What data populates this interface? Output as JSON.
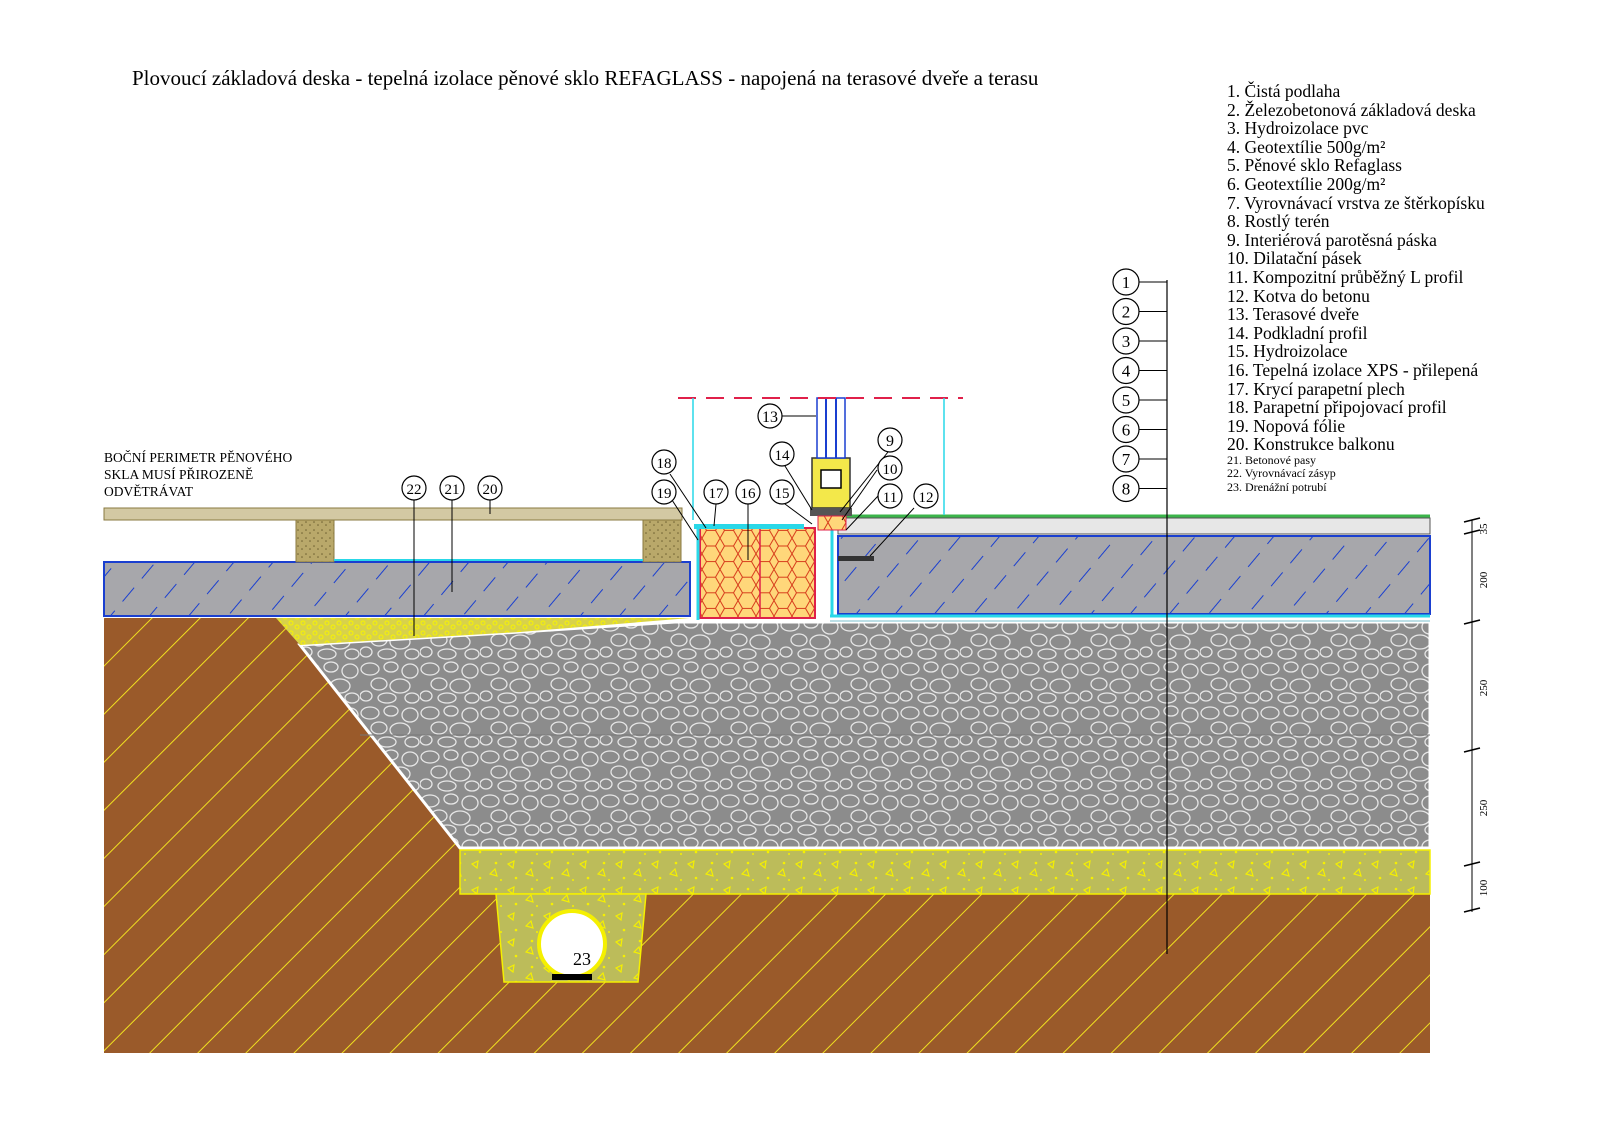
{
  "title": "Plovoucí základová deska - tepelná izolace pěnové sklo REFAGLASS - napojená na terasové dveře a terasu",
  "side_note": [
    "BOČNÍ PERIMETR PĚNOVÉHO",
    "SKLA MUSÍ PŘIROZENĚ",
    "ODVĚTRÁVAT"
  ],
  "legend": {
    "items": [
      "1. Čistá podlaha",
      "2. Železobetonová základová deska",
      "3. Hydroizolace pvc",
      "4. Geotextílie 500g/m²",
      "5. Pěnové sklo Refaglass",
      "6. Geotextílie 200g/m²",
      "7. Vyrovnávací vrstva ze štěrkopísku",
      "8. Rostlý terén",
      "9. Interiérová parotěsná páska",
      "10. Dilatační pásek",
      "11. Kompozitní průběžný L profil",
      "12. Kotva do betonu",
      "13. Terasové dveře",
      "14. Podkladní profil",
      "15. Hydroizolace",
      "16. Tepelná izolace XPS - přilepená",
      "17. Krycí parapetní plech",
      "18. Parapetní připojovací profil",
      "19. Nopová fólie",
      "20. Konstrukce balkonu"
    ],
    "small_items": [
      "21. Betonové pasy",
      "22. Vyrovnávací zásyp",
      "23. Drenážní potrubí"
    ]
  },
  "callouts": {
    "stack": [
      "1",
      "2",
      "3",
      "4",
      "5",
      "6",
      "7",
      "8"
    ],
    "c9": "9",
    "c10": "10",
    "c11": "11",
    "c12": "12",
    "c13": "13",
    "c14": "14",
    "c15": "15",
    "c16": "16",
    "c17": "17",
    "c18": "18",
    "c19": "19",
    "c20": "20",
    "c21": "21",
    "c22": "22",
    "c23": "23"
  },
  "dimensions": [
    "35",
    "200",
    "250",
    "250",
    "100"
  ],
  "colors": {
    "soil": "#9a5a2a",
    "soil_hatch": "#f0e020",
    "gravel": "#8c8c8c",
    "gravel_stone": "#e6e6e6",
    "slab": "#a7a7ab",
    "slab_hatch": "#1a3fd0",
    "foam_glass": "#ffd77a",
    "foam_cell": "#d63a1a",
    "fill_yellow": "#bcbc5a",
    "concrete_strip": "#b9a86a",
    "membrane": "#29d8e8"
  }
}
